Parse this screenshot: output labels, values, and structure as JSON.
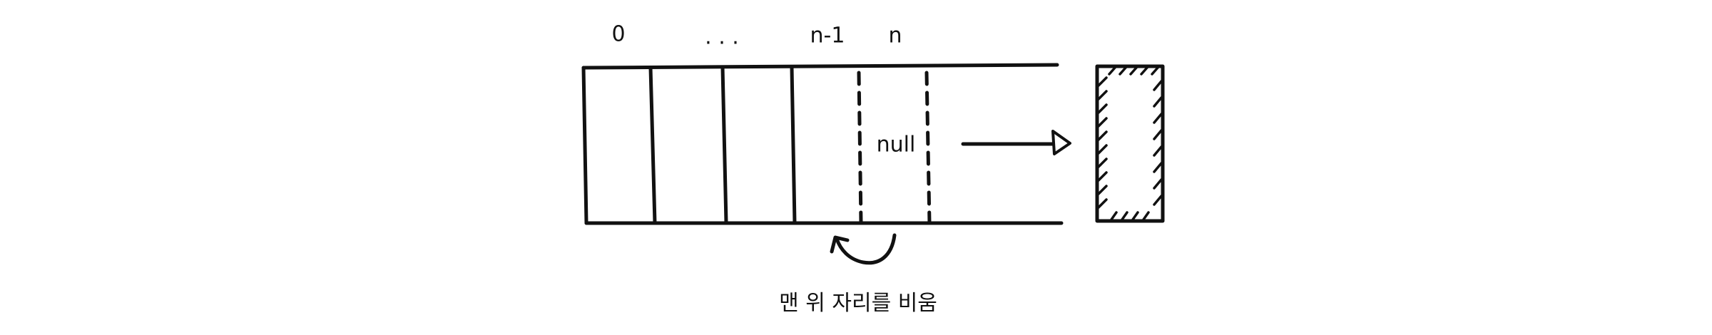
{
  "diagram": {
    "index_labels": [
      "0",
      ". . .",
      "n-1",
      "n"
    ],
    "null_label": "null",
    "caption": "맨 위 자리를 비움"
  },
  "colors": {
    "ink": "#111111",
    "background": "#ffffff"
  }
}
